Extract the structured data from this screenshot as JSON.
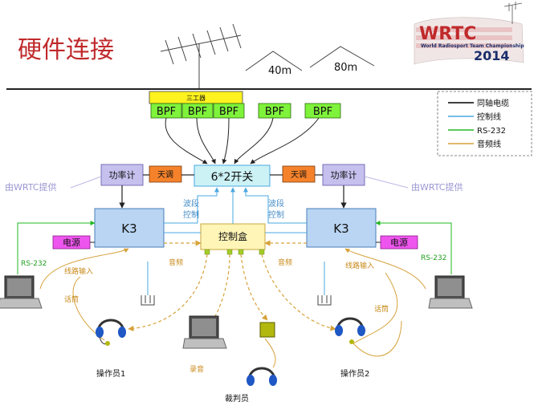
{
  "title": "硬件连接",
  "logo": {
    "main": "WRTC",
    "sub": "World Radiosport Team Championship",
    "year": "2014"
  },
  "antennas": {
    "triplexer": "三工器",
    "bpf": "BPF",
    "band40": "40m",
    "band80": "80m"
  },
  "legend": [
    {
      "label": "同轴电缆",
      "color": "#000000"
    },
    {
      "label": "控制线",
      "color": "#4aa8e0"
    },
    {
      "label": "RS-232",
      "color": "#22b822"
    },
    {
      "label": "音频线",
      "color": "#d6a23a"
    }
  ],
  "boxes": {
    "switch": "6*2开关",
    "tuner": "天调",
    "power_meter": "功率计",
    "provided": "由WRTC提供",
    "radio": "K3",
    "control_box": "控制盒",
    "power_supply": "电源"
  },
  "labels": {
    "band_control": "波段\n控制",
    "audio": "音频",
    "rs232": "RS-232",
    "line_in": "线路输入",
    "mic": "话筒",
    "record": "录音",
    "operator1": "操作员1",
    "operator2": "操作员2",
    "judge": "裁判员"
  },
  "colors": {
    "title": "#c0292b",
    "box_blue": "#b9d5f3",
    "box_purple": "#c6c0ee",
    "box_orange": "#f5822a",
    "box_magenta": "#ee55ee",
    "switch_bg": "#ccf2f6",
    "bpf_green": "#7ff23b",
    "triplexer_yellow": "#fff21f",
    "control_box": "#fff5b7"
  }
}
